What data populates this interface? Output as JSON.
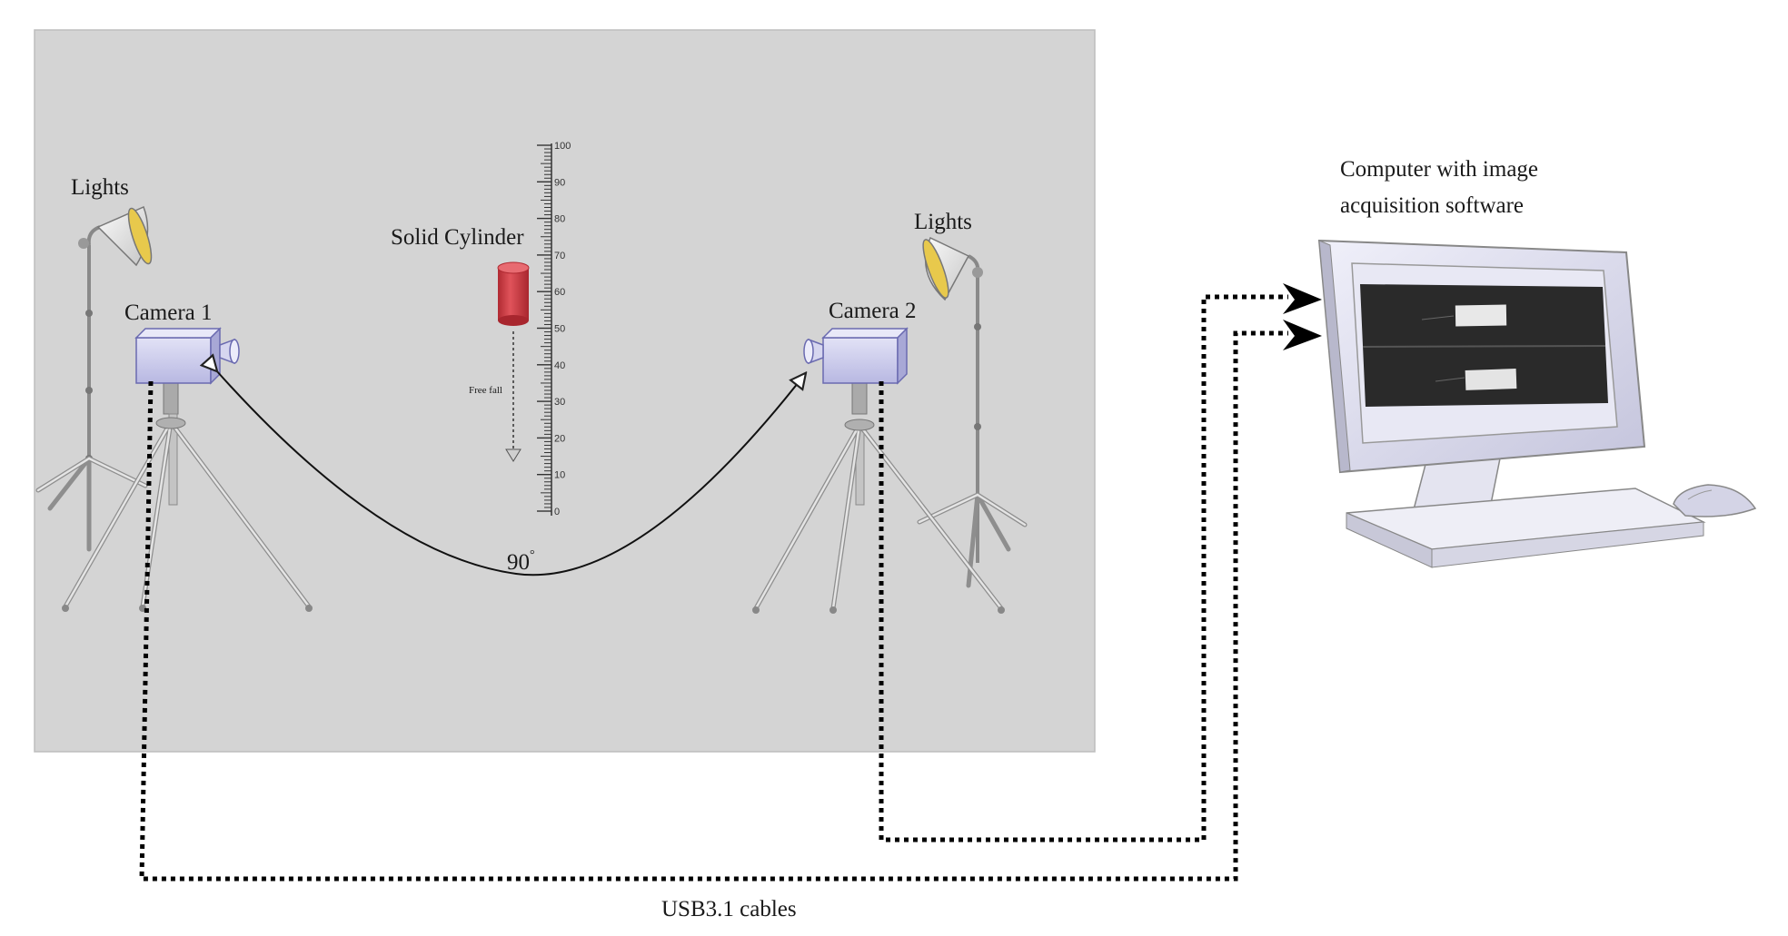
{
  "labels": {
    "lights_left": "Lights",
    "lights_right": "Lights",
    "camera_1": "Camera 1",
    "camera_2": "Camera 2",
    "solid_cylinder": "Solid Cylinder",
    "free_fall": "Free fall",
    "angle": "90",
    "angle_unit": "°",
    "computer_line1": "Computer with image",
    "computer_line2": "acquisition software",
    "cables": "USB3.1 cables"
  },
  "ruler": {
    "ticks": [
      "0",
      "10",
      "20",
      "30",
      "40",
      "50",
      "60",
      "70",
      "80",
      "90",
      "100"
    ]
  },
  "colors": {
    "background_panel": "#d4d4d4",
    "camera_body": "#c9c9ea",
    "cylinder": "#c8363e",
    "lamp_inner": "#e8c94c",
    "monitor": "#dcdcee",
    "cable": "#000000"
  }
}
